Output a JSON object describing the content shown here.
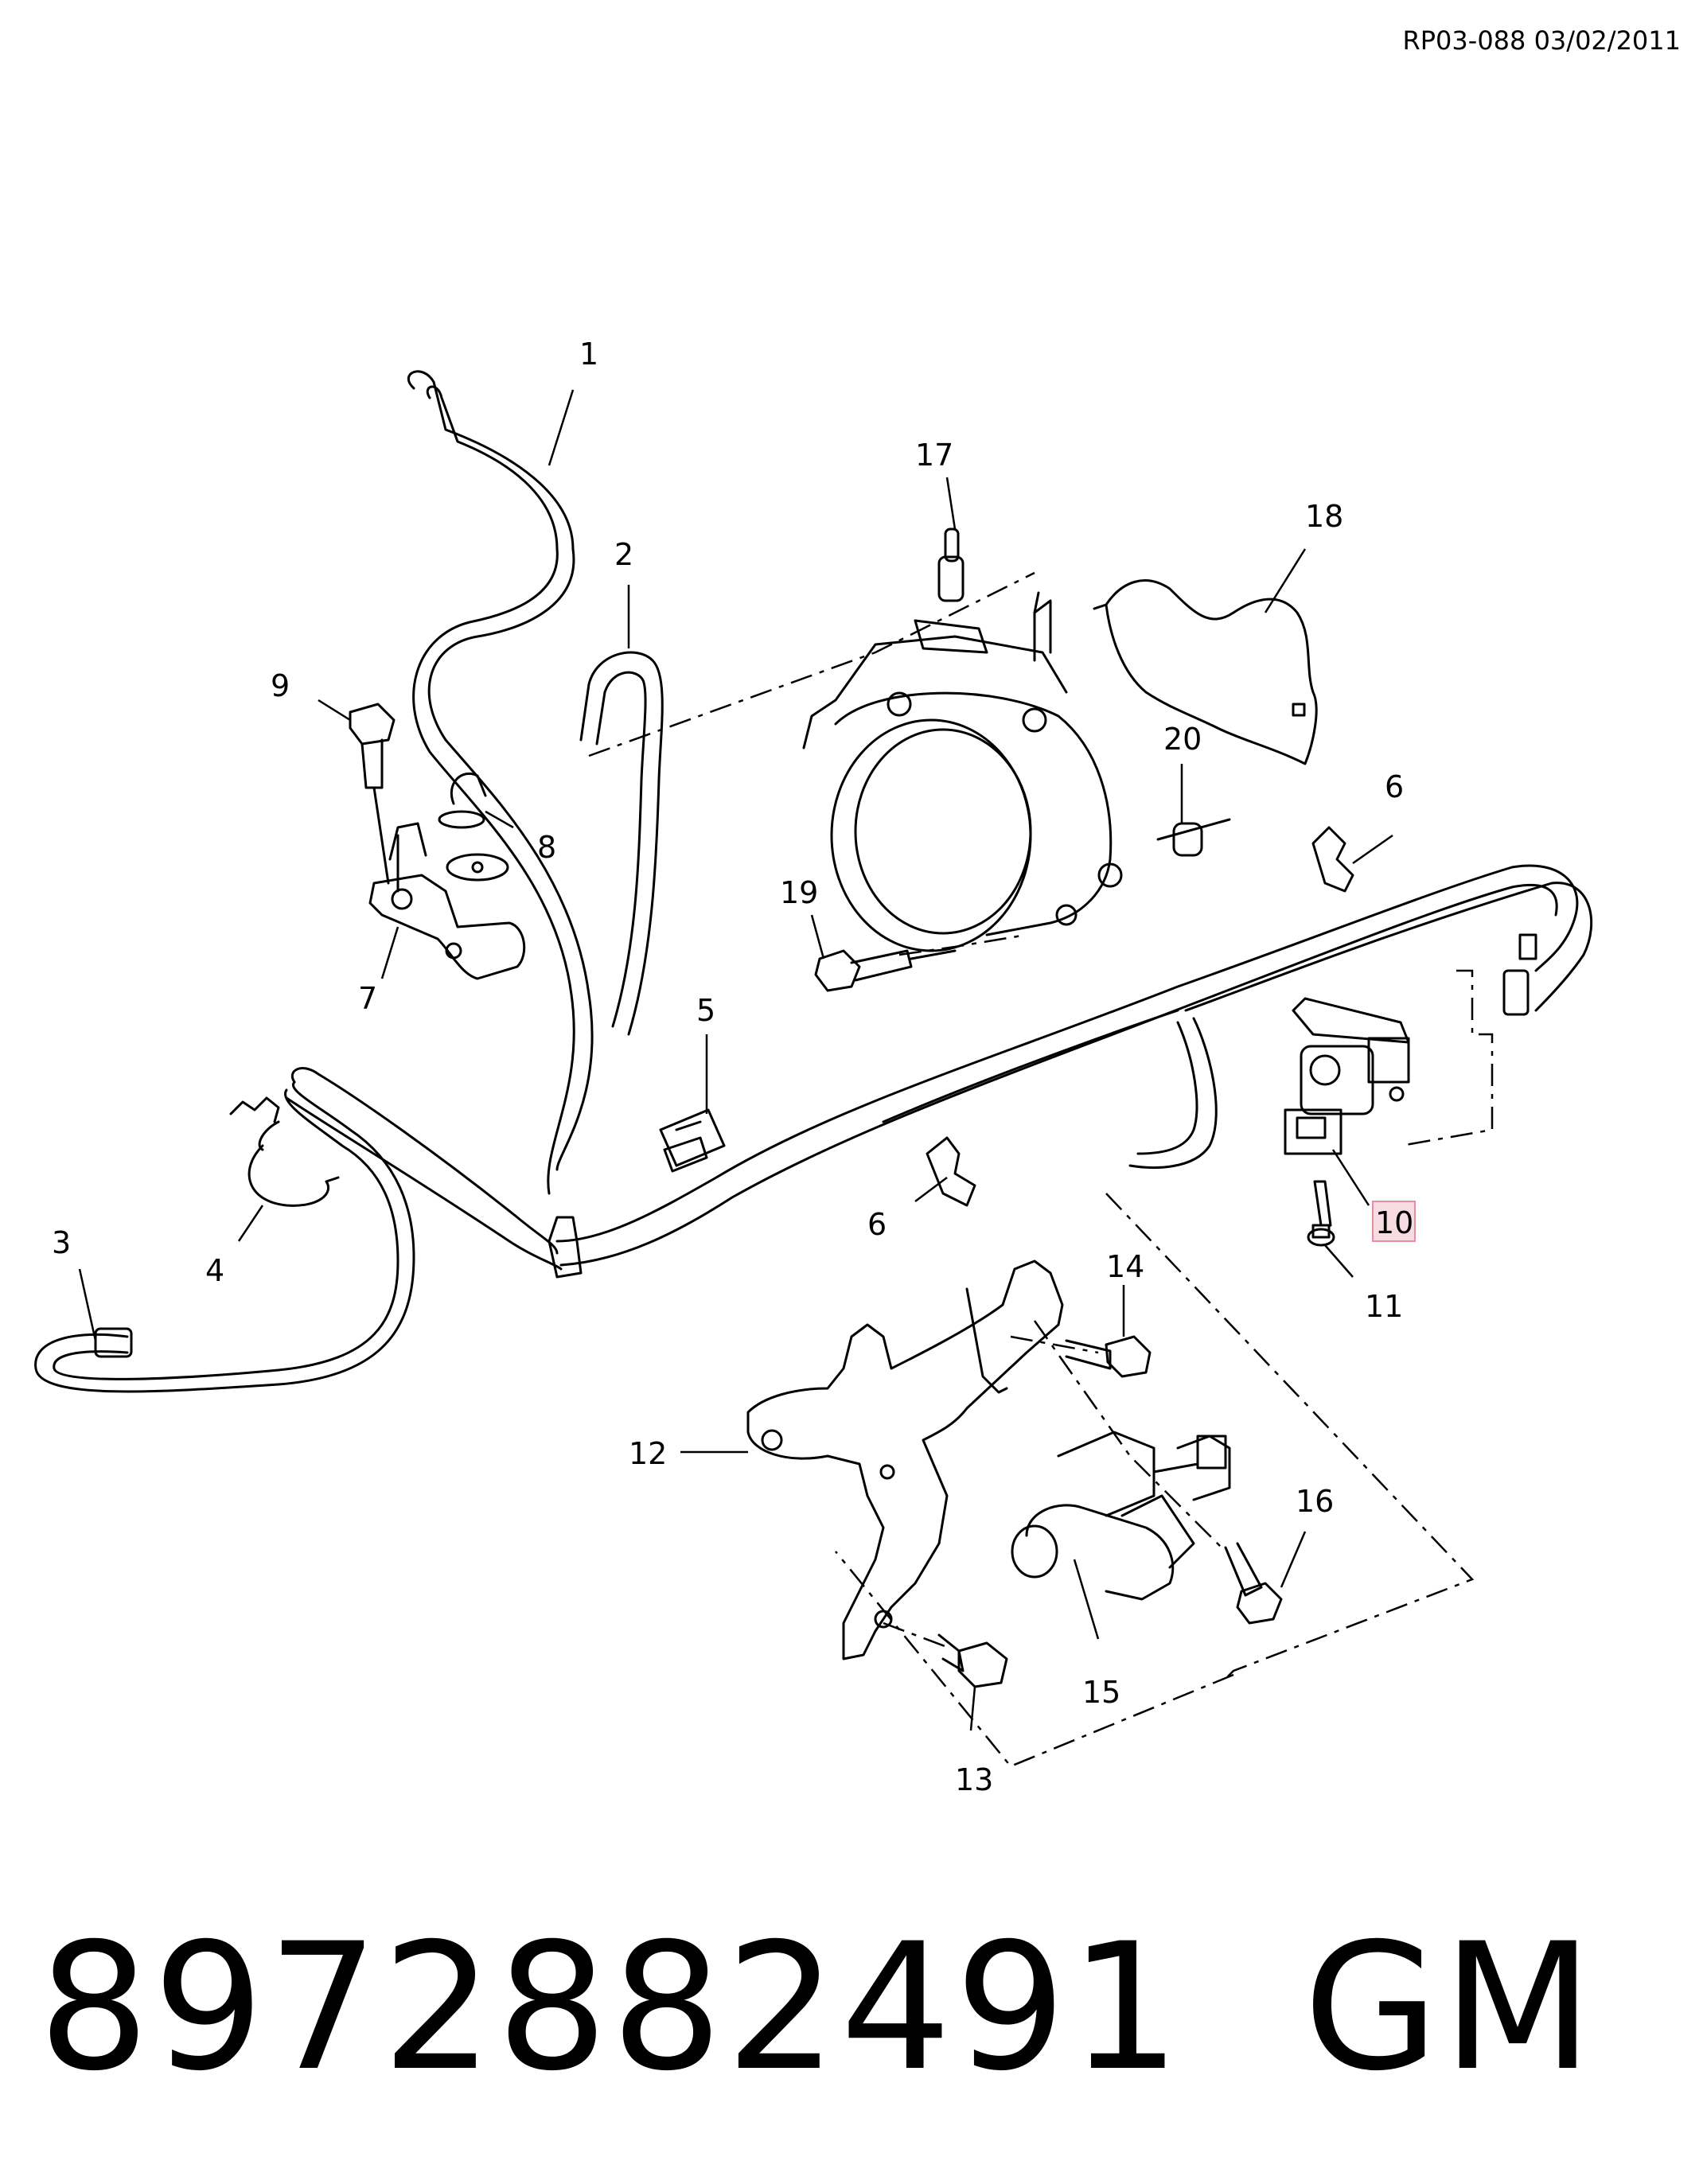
{
  "doc_code": "RP03-088 03/02/2011",
  "part_number": "8972882491",
  "brand": "GM",
  "highlighted_callout": "10",
  "callouts": [
    "1",
    "2",
    "3",
    "4",
    "5",
    "6",
    "6",
    "7",
    "8",
    "9",
    "10",
    "11",
    "12",
    "13",
    "14",
    "15",
    "16",
    "17",
    "18",
    "19",
    "20"
  ]
}
